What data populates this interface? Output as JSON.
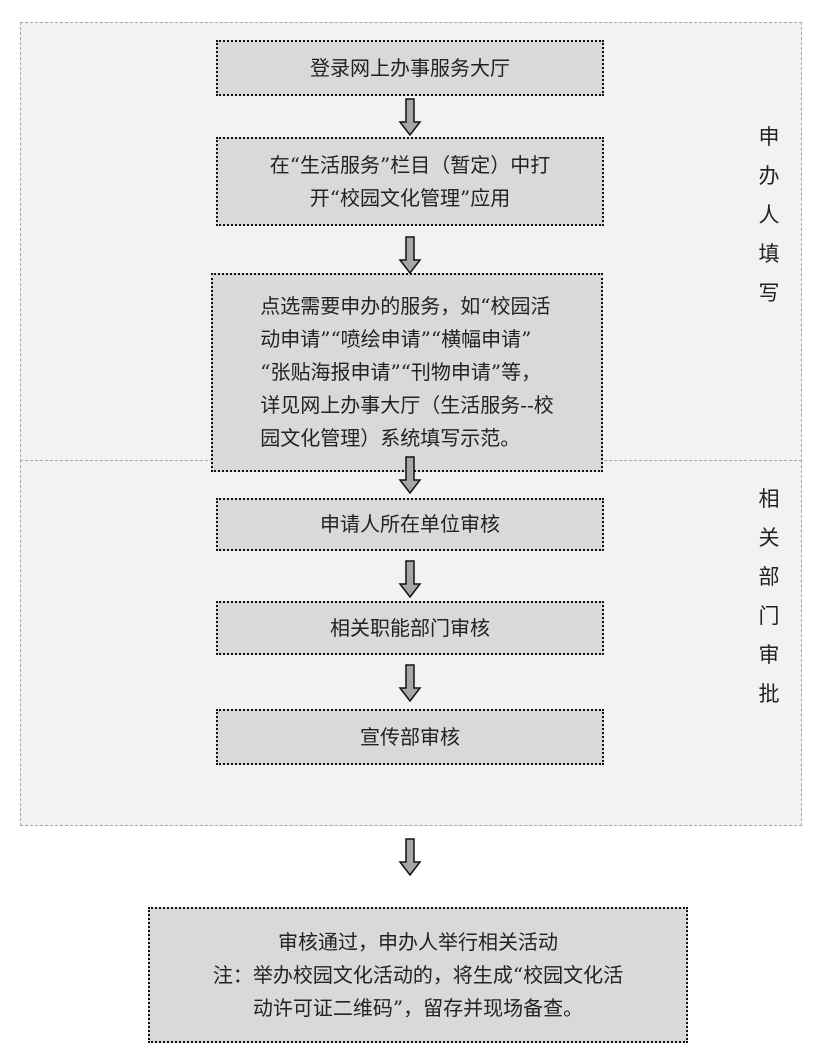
{
  "regions": {
    "applicant": {
      "label": [
        "申",
        "办",
        "人",
        "填",
        "写"
      ]
    },
    "approval": {
      "label": [
        "相",
        "关",
        "部",
        "门",
        "审",
        "批"
      ]
    }
  },
  "steps": [
    {
      "lines": [
        "登录网上办事服务大厅"
      ]
    },
    {
      "lines": [
        "在“生活服务”栏目（暂定）中打",
        "开“校园文化管理”应用"
      ]
    },
    {
      "lines": [
        "点选需要申办的服务，如“校园活",
        "动申请”“喷绘申请”“横幅申请”",
        "“张贴海报申请”“刊物申请”等，",
        "详见网上办事大厅（生活服务--校",
        "园文化管理）系统填写示范。"
      ]
    },
    {
      "lines": [
        "申请人所在单位审核"
      ]
    },
    {
      "lines": [
        "相关职能部门审核"
      ]
    },
    {
      "lines": [
        "宣传部审核"
      ]
    },
    {
      "lines": [
        "审核通过，申办人举行相关活动",
        "注：举办校园文化活动的，将生成“校园文化活",
        "动许可证二维码”，留存并现场备查。"
      ]
    }
  ],
  "colors": {
    "region_bg": "#f2f2f2",
    "box_bg": "#d9d9d9",
    "arrow_fill": "#a6a6a6"
  }
}
